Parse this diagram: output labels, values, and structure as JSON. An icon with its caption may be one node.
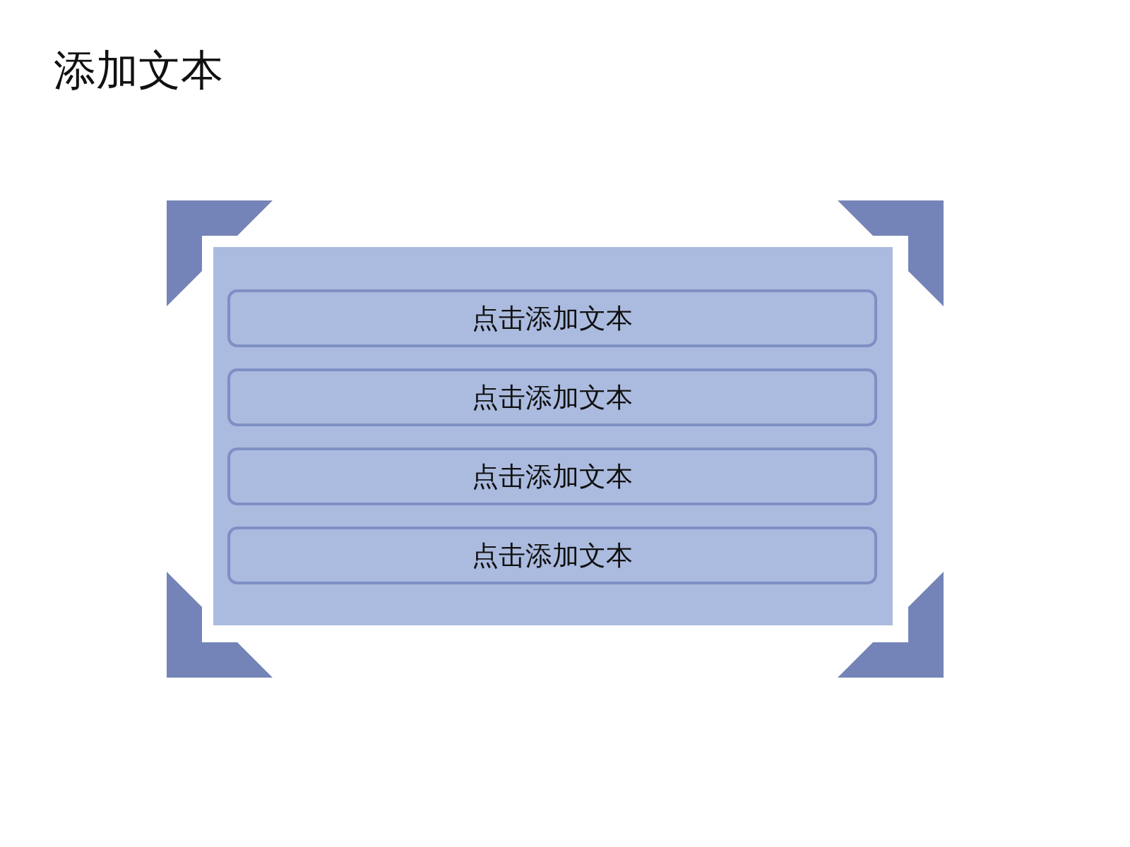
{
  "diagram": {
    "title": "添加文本",
    "nodes": [
      {
        "text": [],
        "shape": "box"
      },
      {
        "text": [
          "点击添加文本"
        ],
        "in": 0
      },
      {
        "text": [
          "点击添加文本"
        ],
        "in": 0
      },
      {
        "text": [
          "点击添加文本"
        ],
        "in": 0
      },
      {
        "text": [
          "点击添加文本"
        ],
        "in": 0
      }
    ]
  }
}
